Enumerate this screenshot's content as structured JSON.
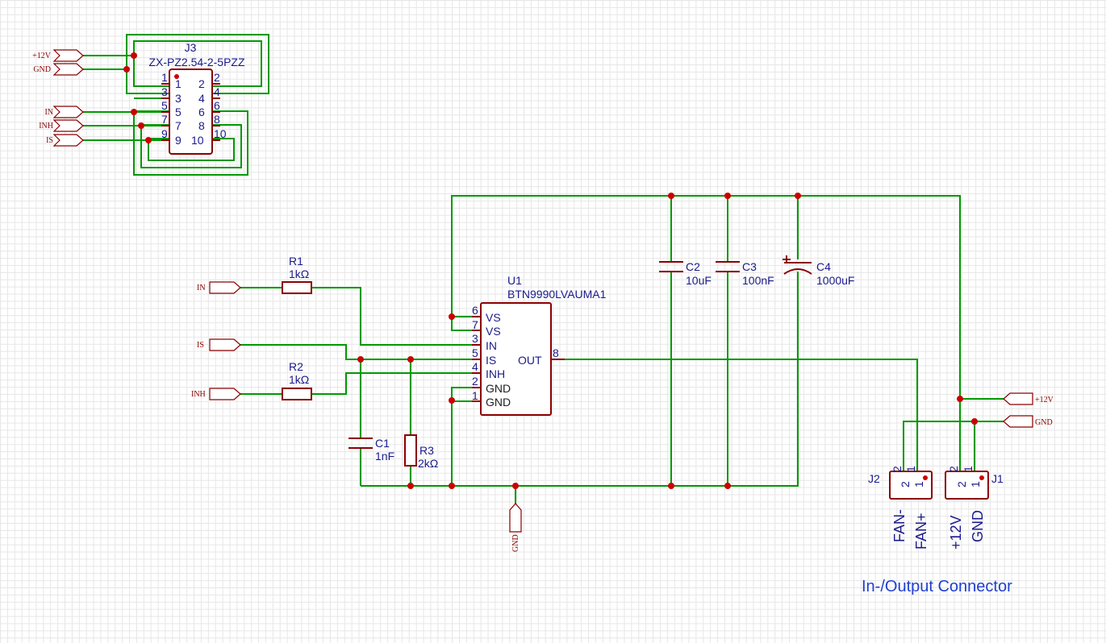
{
  "connector_j3": {
    "ref": "J3",
    "value": "ZX-PZ2.54-2-5PZZ",
    "pins_left": [
      "1",
      "3",
      "5",
      "7",
      "9"
    ],
    "pins_right": [
      "2",
      "4",
      "6",
      "8",
      "10"
    ],
    "inner_left": [
      "1",
      "3",
      "5",
      "7",
      "9"
    ],
    "inner_right": [
      "2",
      "4",
      "6",
      "8",
      "10"
    ]
  },
  "j3_ports": [
    "+12V",
    "GND",
    "IN",
    "INH",
    "IS"
  ],
  "u1": {
    "ref": "U1",
    "value": "BTN9990LVAUMA1",
    "pin_nums": [
      "6",
      "7",
      "3",
      "5",
      "4",
      "2",
      "1"
    ],
    "pin_names": [
      "VS",
      "VS",
      "IN",
      "IS",
      "INH",
      "GND",
      "GND"
    ],
    "out_name": "OUT",
    "out_num": "8"
  },
  "input_ports": [
    "IN",
    "IS",
    "INH"
  ],
  "resistors": [
    {
      "ref": "R1",
      "value": "1kΩ"
    },
    {
      "ref": "R2",
      "value": "1kΩ"
    },
    {
      "ref": "R3",
      "value": "2kΩ"
    }
  ],
  "capacitors": [
    {
      "ref": "C1",
      "value": "1nF"
    },
    {
      "ref": "C2",
      "value": "10uF"
    },
    {
      "ref": "C3",
      "value": "100nF"
    },
    {
      "ref": "C4",
      "value": "1000uF"
    }
  ],
  "gnd_port": "GND",
  "output_ports": [
    "+12V",
    "GND"
  ],
  "j2": {
    "ref": "J2",
    "pin2": "2",
    "pin1": "1",
    "label2": "FAN-",
    "label1": "FAN+"
  },
  "j1": {
    "ref": "J1",
    "pin2": "2",
    "pin1": "1",
    "label2": "+12V",
    "label1": "GND"
  },
  "section_title": "In-/Output Connector",
  "colors": {
    "wire": "#009900",
    "part": "#8b0000",
    "label": "#1a1a8c",
    "junction": "#cc0000",
    "title": "#1f3fd0"
  }
}
